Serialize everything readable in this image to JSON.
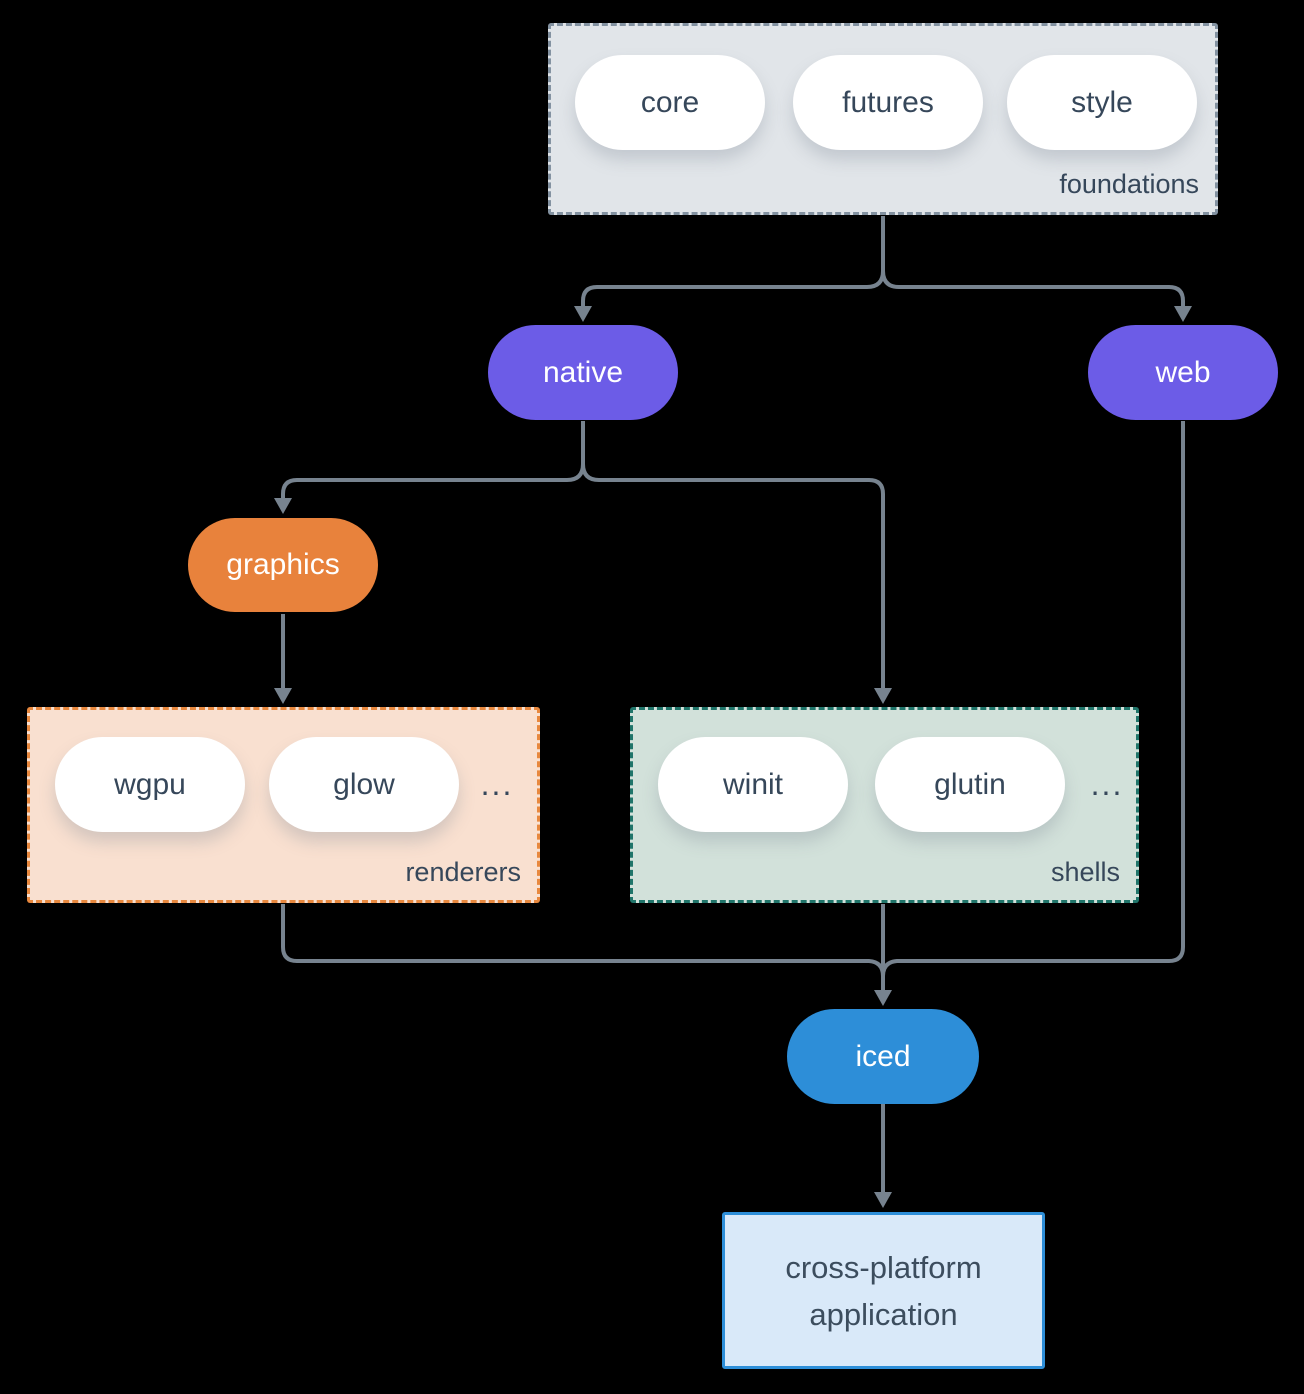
{
  "nodes": {
    "foundations": {
      "label": "foundations",
      "items": [
        "core",
        "futures",
        "style"
      ]
    },
    "native": {
      "label": "native"
    },
    "web": {
      "label": "web"
    },
    "graphics": {
      "label": "graphics"
    },
    "renderers": {
      "label": "renderers",
      "items": [
        "wgpu",
        "glow"
      ],
      "more": "..."
    },
    "shells": {
      "label": "shells",
      "items": [
        "winit",
        "glutin"
      ],
      "more": "..."
    },
    "iced": {
      "label": "iced"
    },
    "application": {
      "lines": [
        "cross-platform",
        "application"
      ]
    }
  },
  "colors": {
    "background": "#000000",
    "connector": "#77838f",
    "foundations_fill": "#e1e5e9",
    "foundations_border": "#8392a1",
    "native_web_fill": "#6c5ce7",
    "graphics_fill": "#e8823c",
    "renderers_fill": "#f9e0d0",
    "renderers_border": "#e8883e",
    "shells_fill": "#d2e1da",
    "shells_border": "#20756a",
    "iced_fill": "#2d8ed8",
    "application_fill": "#d9e9f9",
    "application_border": "#2d8ed8",
    "dark_text": "#36475a",
    "light_text": "#ffffff"
  }
}
